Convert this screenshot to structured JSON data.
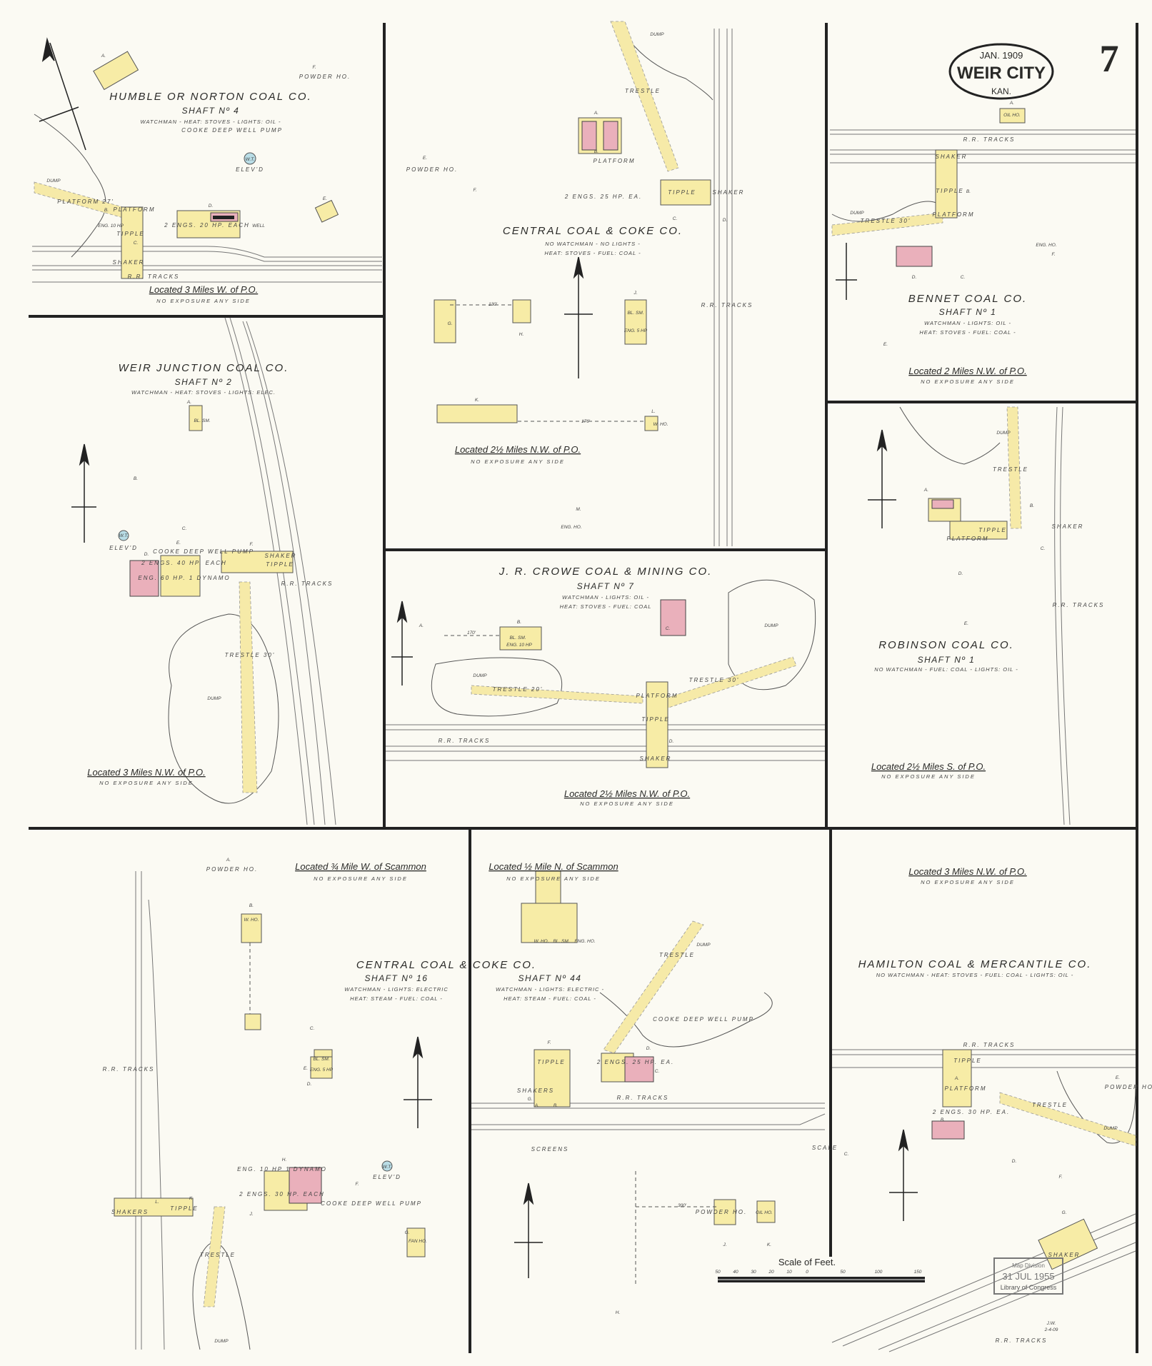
{
  "header": {
    "date": "JAN. 1909",
    "city": "WEIR CITY",
    "state": "KAN.",
    "sheet_number": "7"
  },
  "colors": {
    "paper": "#fbfaf3",
    "frame_building": "#f7eca6",
    "brick_building": "#eab0bb",
    "water_tank": "#b9dde6",
    "lines": "#222222"
  },
  "panels": [
    {
      "title": "HUMBLE OR NORTON COAL CO.",
      "shaft": "SHAFT Nº 4",
      "notes": [
        "WATCHMAN - HEAT: STOVES - LIGHTS: OIL -"
      ],
      "location": "Located 3 Miles W. of P.O.",
      "exposure": "NO EXPOSURE ANY SIDE",
      "labels": [
        "DUMP",
        "PLATFORM 27'",
        "R.R. TRACKS",
        "SHAKER",
        "TIPPLE",
        "PLATFORM",
        "2 ENGS. 20 HP. EACH",
        "COOKE DEEP WELL PUMP",
        "W.T.",
        "ELEV'D",
        "ENG. 10 HP",
        "WELL",
        "POWDER HO.",
        "A.",
        "B.",
        "C.",
        "D.",
        "E.",
        "F."
      ]
    },
    {
      "title": "CENTRAL COAL & COKE CO.",
      "notes": [
        "NO WATCHMAN - NO LIGHTS -",
        "HEAT: STOVES - FUEL: COAL -"
      ],
      "location": "Located 2½ Miles N.W. of P.O.",
      "exposure": "NO EXPOSURE ANY SIDE",
      "labels": [
        "DUMP",
        "TRESTLE",
        "PLATFORM",
        "TIPPLE",
        "SHAKER",
        "R.R. TRACKS",
        "2 ENGS. 25 HP. EA.",
        "POWDER HO.",
        "BL. SM.",
        "ENG. 5 HP",
        "W. HO.",
        "ENG. HO.",
        "130'",
        "176'",
        "A.",
        "B.",
        "C.",
        "D.",
        "E.",
        "F.",
        "G.",
        "H.",
        "J.",
        "K.",
        "L.",
        "M."
      ]
    },
    {
      "title": "BENNET COAL CO.",
      "shaft": "SHAFT Nº 1",
      "notes": [
        "WATCHMAN - LIGHTS: OIL -",
        "HEAT: STOVES - FUEL: COAL -"
      ],
      "location": "Located 2 Miles N.W. of P.O.",
      "exposure": "NO EXPOSURE ANY SIDE",
      "labels": [
        "R.R. TRACKS",
        "DUMP",
        "TRESTLE 30'",
        "SHAKER",
        "TIPPLE",
        "PLATFORM",
        "OIL HO.",
        "ENG. HO.",
        "A.",
        "B.",
        "C.",
        "D.",
        "E.",
        "F."
      ]
    },
    {
      "title": "WEIR JUNCTION COAL CO.",
      "shaft": "SHAFT Nº 2",
      "notes": [
        "WATCHMAN - HEAT: STOVES - LIGHTS: ELEC."
      ],
      "location": "Located 3 Miles N.W. of P.O.",
      "exposure": "NO EXPOSURE ANY SIDE",
      "labels": [
        "DUMP",
        "TRESTLE 30'",
        "R.R. TRACKS",
        "TIPPLE",
        "SHAKER",
        "BL. SM.",
        "2 ENGS. 40 HP. EACH",
        "ENG. 60 HP. 1 DYNAMO",
        "COOKE DEEP WELL PUMP",
        "W.T.",
        "ELEV'D",
        "A.",
        "B.",
        "C.",
        "D.",
        "E.",
        "F."
      ]
    },
    {
      "title": "J. R. CROWE COAL & MINING CO.",
      "shaft": "SHAFT Nº 7",
      "notes": [
        "WATCHMAN - LIGHTS: OIL -",
        "HEAT: STOVES - FUEL: COAL"
      ],
      "location": "Located 2½ Miles N.W. of P.O.",
      "exposure": "NO EXPOSURE ANY SIDE",
      "labels": [
        "DUMP",
        "DUMP",
        "TRESTLE 20'",
        "TRESTLE 30'",
        "PLATFORM",
        "TIPPLE",
        "SHAKER",
        "R.R. TRACKS",
        "BL. SM.",
        "ENG. 10 HP",
        "170'",
        "A.",
        "B.",
        "C.",
        "D."
      ]
    },
    {
      "title": "ROBINSON COAL CO.",
      "shaft": "SHAFT Nº 1",
      "notes": [
        "NO WATCHMAN - FUEL: COAL - LIGHTS: OIL -"
      ],
      "location": "Located 2½ Miles S. of P.O.",
      "exposure": "NO EXPOSURE ANY SIDE",
      "labels": [
        "DUMP",
        "TRESTLE",
        "TIPPLE",
        "SHAKER",
        "PLATFORM",
        "R.R. TRACKS",
        "A.",
        "B.",
        "C.",
        "D.",
        "E."
      ]
    },
    {
      "title": "CENTRAL COAL & COKE CO.",
      "shaft": "SHAFT Nº 16",
      "notes": [
        "WATCHMAN - LIGHTS: ELECTRIC",
        "HEAT: STEAM - FUEL: COAL -"
      ],
      "location": "Located ¾ Mile W. of Scammon",
      "exposure": "NO EXPOSURE ANY SIDE",
      "labels": [
        "R.R. TRACKS",
        "SHAKERS",
        "TIPPLE",
        "DUMP",
        "TRESTLE",
        "POWDER HO.",
        "W. HO.",
        "BL. SM.",
        "ENG. 5 HP",
        "2 ENGS. 30 HP. EACH",
        "ENG. 10 HP 1 DYNAMO",
        "COOKE DEEP WELL PUMP",
        "W.T.",
        "ELEV'D",
        "FAN HO.",
        "A.",
        "B.",
        "C.",
        "D.",
        "E.",
        "F.",
        "G.",
        "H.",
        "J.",
        "K.",
        "L."
      ]
    },
    {
      "shaft": "SHAFT Nº 44",
      "notes": [
        "WATCHMAN - LIGHTS: ELECTRIC -",
        "HEAT: STEAM - FUEL: COAL -"
      ],
      "location": "Located ½ Mile N. of Scammon",
      "exposure": "NO EXPOSURE ANY SIDE",
      "labels": [
        "DUMP",
        "TRESTLE",
        "TIPPLE",
        "SHAKERS",
        "SCREENS",
        "R.R. TRACKS",
        "W. HO.",
        "BL. SM.",
        "ENG. HO.",
        "2 ENGS. 25 HP. EA.",
        "COOKE DEEP WELL PUMP",
        "POWDER HO.",
        "OIL HO.",
        "SCALE",
        "300'",
        "A.",
        "B.",
        "C.",
        "D.",
        "F.",
        "G.",
        "H.",
        "J.",
        "K."
      ]
    },
    {
      "title": "HAMILTON COAL & MERCANTILE CO.",
      "notes": [
        "NO WATCHMAN - HEAT: STOVES - FUEL: COAL - LIGHTS: OIL -"
      ],
      "location": "Located 3 Miles N.W. of P.O.",
      "exposure": "NO EXPOSURE ANY SIDE",
      "labels": [
        "R.R. TRACKS",
        "R.R. TRACKS",
        "DUMP",
        "TRESTLE",
        "TIPPLE",
        "PLATFORM",
        "SHAKER",
        "POWDER HO.",
        "2 ENGS. 30 HP. EA.",
        "A.",
        "B.",
        "C.",
        "D.",
        "E.",
        "F.",
        "G."
      ]
    }
  ],
  "scale": {
    "title": "Scale of Feet.",
    "ticks": [
      "50",
      "40",
      "30",
      "20",
      "10",
      "0",
      "50",
      "100",
      "150"
    ]
  },
  "stamp": {
    "lines": [
      "Map Division",
      "31 JUL 1955",
      "Library of Congress"
    ]
  },
  "initials": [
    "J.W.",
    "2-4-09"
  ]
}
